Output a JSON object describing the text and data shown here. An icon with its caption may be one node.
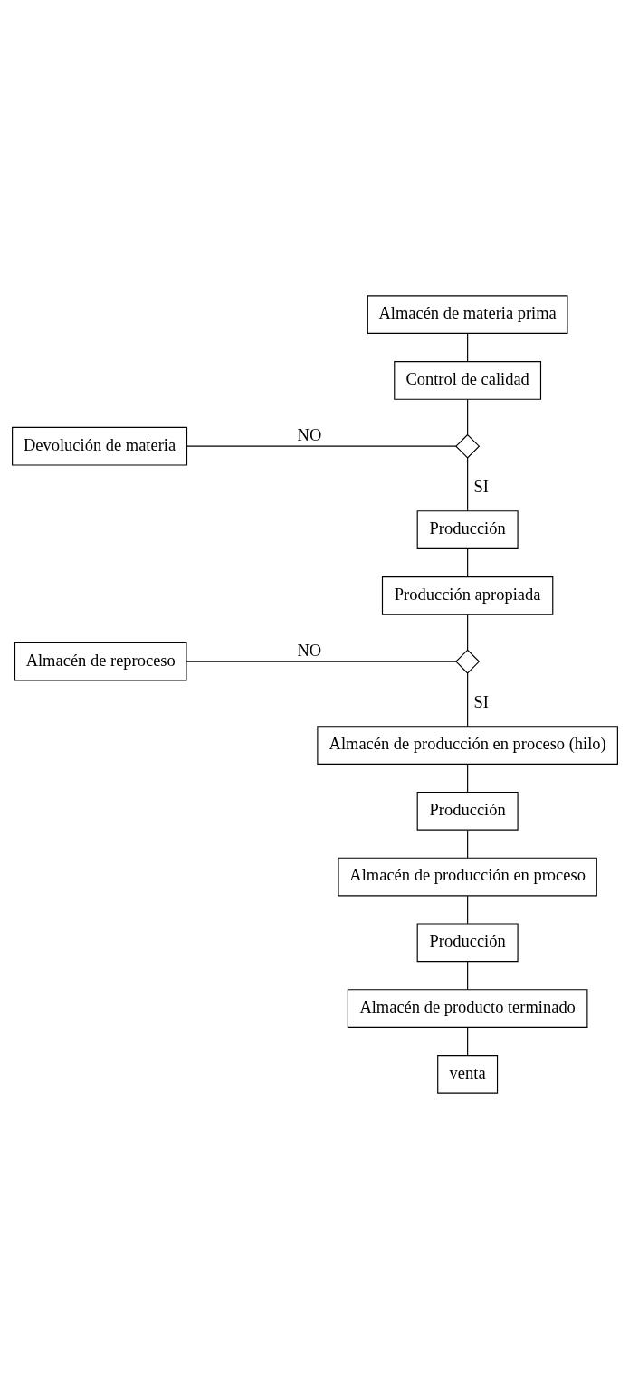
{
  "diagram": {
    "nodes": [
      {
        "text": [
          "Almacén de materia prima"
        ]
      },
      {
        "text": [
          "Control de calidad"
        ]
      },
      {
        "text": [
          "Devolución de materia"
        ]
      },
      {
        "text": [],
        "shape": "diamond"
      },
      {
        "text": [
          "Producción"
        ]
      },
      {
        "text": [
          "Producción apropiada"
        ]
      },
      {
        "text": [
          "Almacén de reproceso"
        ]
      },
      {
        "text": [],
        "shape": "diamond"
      },
      {
        "text": [
          "Almacén de producción en proceso (hilo)"
        ]
      },
      {
        "text": [
          "Producción"
        ]
      },
      {
        "text": [
          "Almacén de producción en proceso"
        ]
      },
      {
        "text": [
          "Producción"
        ]
      },
      {
        "text": [
          "Almacén de producto terminado"
        ]
      },
      {
        "text": [
          "venta"
        ]
      }
    ],
    "edges": [
      {
        "from": 0,
        "to": 1,
        "arrow": "none"
      },
      {
        "from": 1,
        "to": 3,
        "arrow": "none"
      },
      {
        "from": 3,
        "to": 2,
        "arrow": "none",
        "label": "NO"
      },
      {
        "from": 3,
        "to": 4,
        "arrow": "none",
        "label": "SI"
      },
      {
        "from": 4,
        "to": 5,
        "arrow": "none"
      },
      {
        "from": 5,
        "to": 7,
        "arrow": "none"
      },
      {
        "from": 7,
        "to": 6,
        "arrow": "none",
        "label": "NO"
      },
      {
        "from": 7,
        "to": 8,
        "arrow": "none",
        "label": "SI"
      },
      {
        "from": 8,
        "to": 9,
        "arrow": "none"
      },
      {
        "from": 9,
        "to": 10,
        "arrow": "none"
      },
      {
        "from": 10,
        "to": 11,
        "arrow": "none"
      },
      {
        "from": 11,
        "to": 12,
        "arrow": "none"
      },
      {
        "from": 12,
        "to": 13,
        "arrow": "none"
      }
    ]
  }
}
